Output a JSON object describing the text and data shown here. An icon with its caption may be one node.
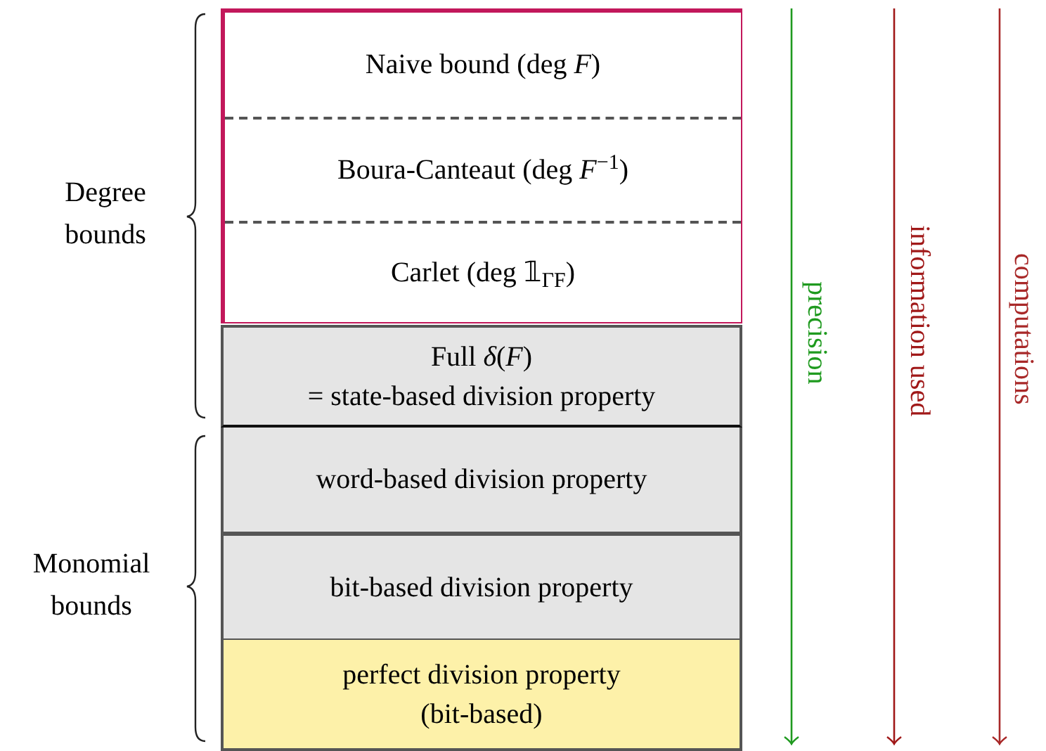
{
  "diagram": {
    "nodes": [
      {
        "text": [],
        "shape": "box"
      },
      {
        "text": [
          "Naive bound (deg *F*)"
        ],
        "in": 0
      },
      {
        "text": [
          "Boura-Canteaut (deg *F*$^{−1}$)"
        ],
        "in": 0
      },
      {
        "text": [
          "Carlet (deg 𝟙$_{ΓF}$)"
        ],
        "in": 0
      },
      {
        "text": [
          "Full *δ*(*F*)",
          "= state-based division property"
        ]
      },
      {
        "text": [
          "word-based division property"
        ]
      },
      {
        "text": [
          "bit-based division property"
        ]
      },
      {
        "text": [
          "perfect division property",
          "(bit-based)"
        ]
      }
    ],
    "labels": [
      "Degree bounds",
      "Monomial bounds",
      "precision",
      "information used",
      "computations"
    ]
  }
}
